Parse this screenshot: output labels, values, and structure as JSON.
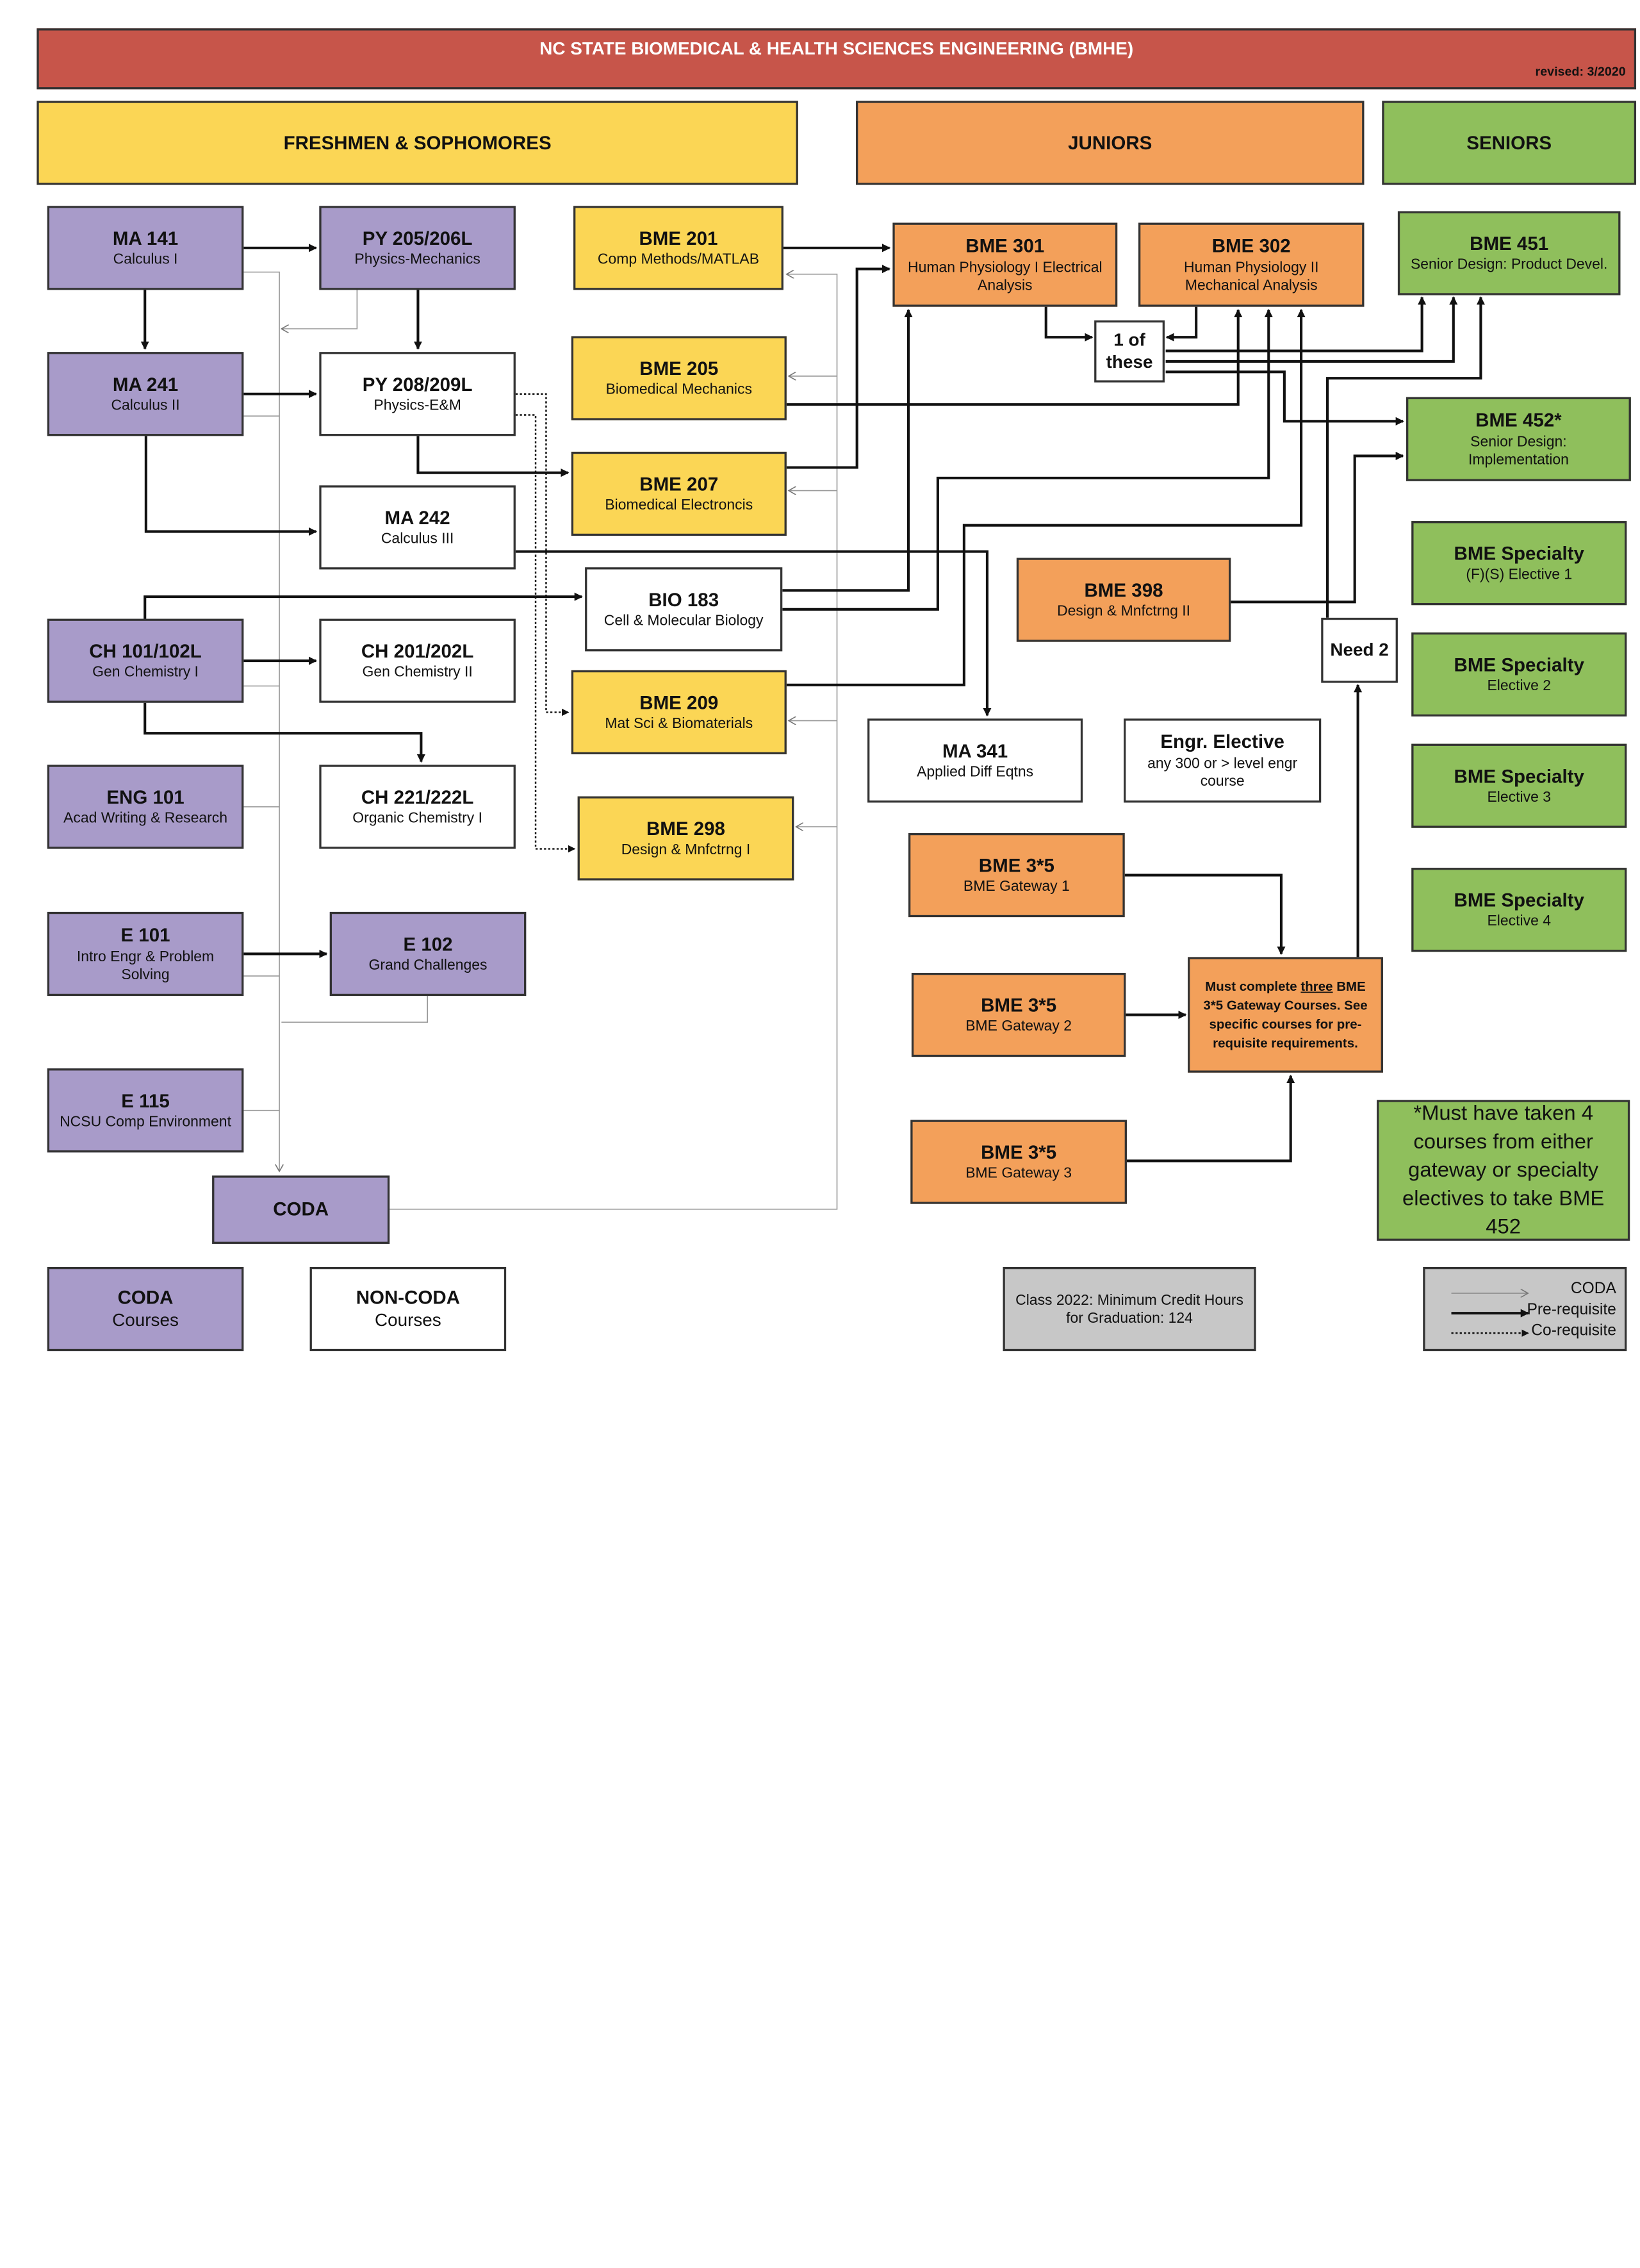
{
  "header": {
    "title": "NC STATE BIOMEDICAL & HEALTH SCIENCES ENGINEERING (BMHE)",
    "revised": "revised: 3/2020"
  },
  "years": {
    "fresh_soph": "FRESHMEN & SOPHOMORES",
    "juniors": "JUNIORS",
    "seniors": "SENIORS"
  },
  "courses": {
    "ma141": {
      "code": "MA 141",
      "name": "Calculus I"
    },
    "py205": {
      "code": "PY 205/206L",
      "name": "Physics-Mechanics"
    },
    "ma241": {
      "code": "MA 241",
      "name": "Calculus II"
    },
    "py208": {
      "code": "PY 208/209L",
      "name": "Physics-E&M"
    },
    "ma242": {
      "code": "MA 242",
      "name": "Calculus III"
    },
    "ch101": {
      "code": "CH 101/102L",
      "name": "Gen Chemistry I"
    },
    "ch201": {
      "code": "CH 201/202L",
      "name": "Gen Chemistry II"
    },
    "eng101": {
      "code": "ENG 101",
      "name": "Acad Writing & Research"
    },
    "ch221": {
      "code": "CH 221/222L",
      "name": "Organic Chemistry I"
    },
    "e101": {
      "code": "E 101",
      "name": "Intro Engr & Problem Solving"
    },
    "e102": {
      "code": "E 102",
      "name": "Grand Challenges"
    },
    "e115": {
      "code": "E 115",
      "name": "NCSU Comp Environment"
    },
    "coda": {
      "code": "CODA"
    },
    "bme201": {
      "code": "BME 201",
      "name": "Comp Methods/MATLAB"
    },
    "bme205": {
      "code": "BME 205",
      "name": "Biomedical Mechanics"
    },
    "bme207": {
      "code": "BME 207",
      "name": "Biomedical Electroncis"
    },
    "bio183": {
      "code": "BIO 183",
      "name": "Cell & Molecular Biology"
    },
    "bme209": {
      "code": "BME 209",
      "name": "Mat Sci & Biomaterials"
    },
    "bme298": {
      "code": "BME 298",
      "name": "Design & Mnfctrng I"
    },
    "bme301": {
      "code": "BME 301",
      "name": "Human Physiology I Electrical Analysis"
    },
    "bme302": {
      "code": "BME 302",
      "name": "Human Physiology II Mechanical Analysis"
    },
    "oneof": {
      "code": "1 of these"
    },
    "bme398": {
      "code": "BME 398",
      "name": "Design & Mnfctrng II"
    },
    "ma341": {
      "code": "MA 341",
      "name": "Applied Diff Eqtns"
    },
    "engr_elective": {
      "code": "Engr. Elective",
      "name": "any 300 or > level engr course"
    },
    "need2": {
      "code": "Need 2"
    },
    "gw1": {
      "code": "BME 3*5",
      "name": "BME Gateway 1"
    },
    "gw2": {
      "code": "BME 3*5",
      "name": "BME Gateway 2"
    },
    "gw3": {
      "code": "BME 3*5",
      "name": "BME Gateway 3"
    },
    "gateway_note": {
      "pre": "Must complete ",
      "emph": "three",
      "post": " BME 3*5 Gateway Courses.  See specific courses for pre-requisite requirements."
    },
    "bme451": {
      "code": "BME 451",
      "name": "Senior Design: Product Devel."
    },
    "bme452": {
      "code": "BME 452*",
      "name": "Senior Design: Implementation"
    },
    "spec1": {
      "code": "BME Specialty",
      "name": "(F)(S) Elective 1"
    },
    "spec2": {
      "code": "BME Specialty",
      "name": "Elective 2"
    },
    "spec3": {
      "code": "BME Specialty",
      "name": "Elective 3"
    },
    "spec4": {
      "code": "BME Specialty",
      "name": "Elective 4"
    },
    "senior_note": "*Must have taken 4 courses from either gateway or specialty electives to take BME 452"
  },
  "key": {
    "coda_courses": {
      "line1": "CODA",
      "line2": "Courses"
    },
    "noncoda_courses": {
      "line1": "NON-CODA",
      "line2": "Courses"
    },
    "credit_hours": "Class 2022: Minimum Credit Hours for Graduation: 124",
    "legend": {
      "coda": "CODA",
      "prereq": "Pre-requisite",
      "coreq": "Co-requisite"
    }
  },
  "colors": {
    "title": "#c7554a",
    "coda": "#a89bc9",
    "fresh_soph": "#fbd655",
    "juniors": "#f3a05a",
    "seniors": "#8fbf5c",
    "legend_bg": "#c7c7c7"
  }
}
